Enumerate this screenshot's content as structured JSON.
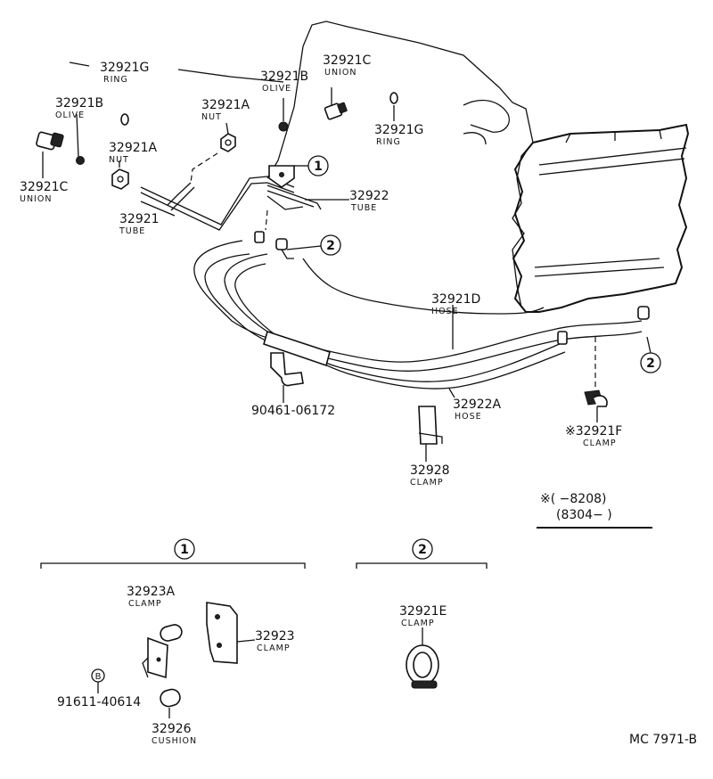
{
  "callouts": {
    "circle1": "1",
    "circle2": "2",
    "b_mark": "B"
  },
  "labels": {
    "p32921G_top": {
      "num": "32921G",
      "name": "RING"
    },
    "p32921B_top": {
      "num": "32921B",
      "name": "OLIVE"
    },
    "p32921C_top": {
      "num": "32921C",
      "name": "UNION"
    },
    "p32921G_right": {
      "num": "32921G",
      "name": "RING"
    },
    "p32921B_left": {
      "num": "32921B",
      "name": "OLIVE"
    },
    "p32921A_top": {
      "num": "32921A",
      "name": "NUT"
    },
    "p32921A_left": {
      "num": "32921A",
      "name": "NUT"
    },
    "p32921C_left": {
      "num": "32921C",
      "name": "UNION"
    },
    "p32921_tube": {
      "num": "32921",
      "name": "TUBE"
    },
    "p32922_tube": {
      "num": "32922",
      "name": "TUBE"
    },
    "p32921D_hose": {
      "num": "32921D",
      "name": "HOSE"
    },
    "p32922A_hose": {
      "num": "32922A",
      "name": "HOSE"
    },
    "p90461": {
      "num": "90461-06172"
    },
    "p32928": {
      "num": "32928",
      "name": "CLAMP"
    },
    "p32921F": {
      "num": "※32921F",
      "name": "CLAMP"
    },
    "p32923A": {
      "num": "32923A",
      "name": "CLAMP"
    },
    "p32923": {
      "num": "32923",
      "name": "CLAMP"
    },
    "p91611": {
      "num": "91611-40614"
    },
    "p32926": {
      "num": "32926",
      "name": "CUSHION"
    },
    "p32921E": {
      "num": "32921E",
      "name": "CLAMP"
    }
  },
  "date_note": {
    "line1": "※(         −8208)",
    "line2": "(8304−         )"
  },
  "diagram_code": "MC  7971-B"
}
